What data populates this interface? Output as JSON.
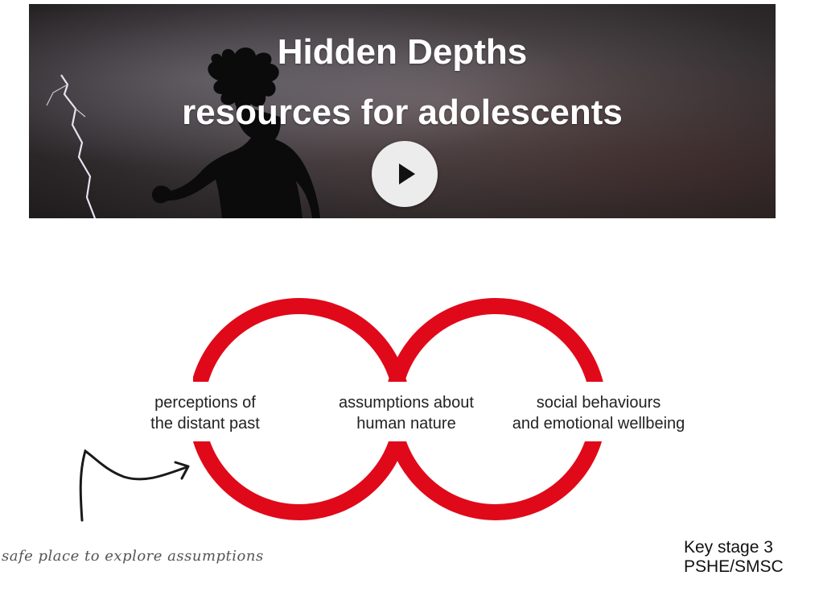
{
  "banner": {
    "title_line1": "Hidden Depths",
    "title_line2": "resources for adolescents",
    "play_icon": "play-icon"
  },
  "diagram": {
    "ring_color": "#e0091a",
    "left_label_line1": "perceptions of",
    "left_label_line2": "the distant past",
    "middle_label_line1": "assumptions about",
    "middle_label_line2": "human nature",
    "right_label_line1": "social behaviours",
    "right_label_line2": "and emotional wellbeing"
  },
  "annotation": {
    "handwritten_note": "safe place to explore assumptions"
  },
  "footer": {
    "key_stage": "Key stage 3",
    "subjects": "PSHE/SMSC"
  }
}
